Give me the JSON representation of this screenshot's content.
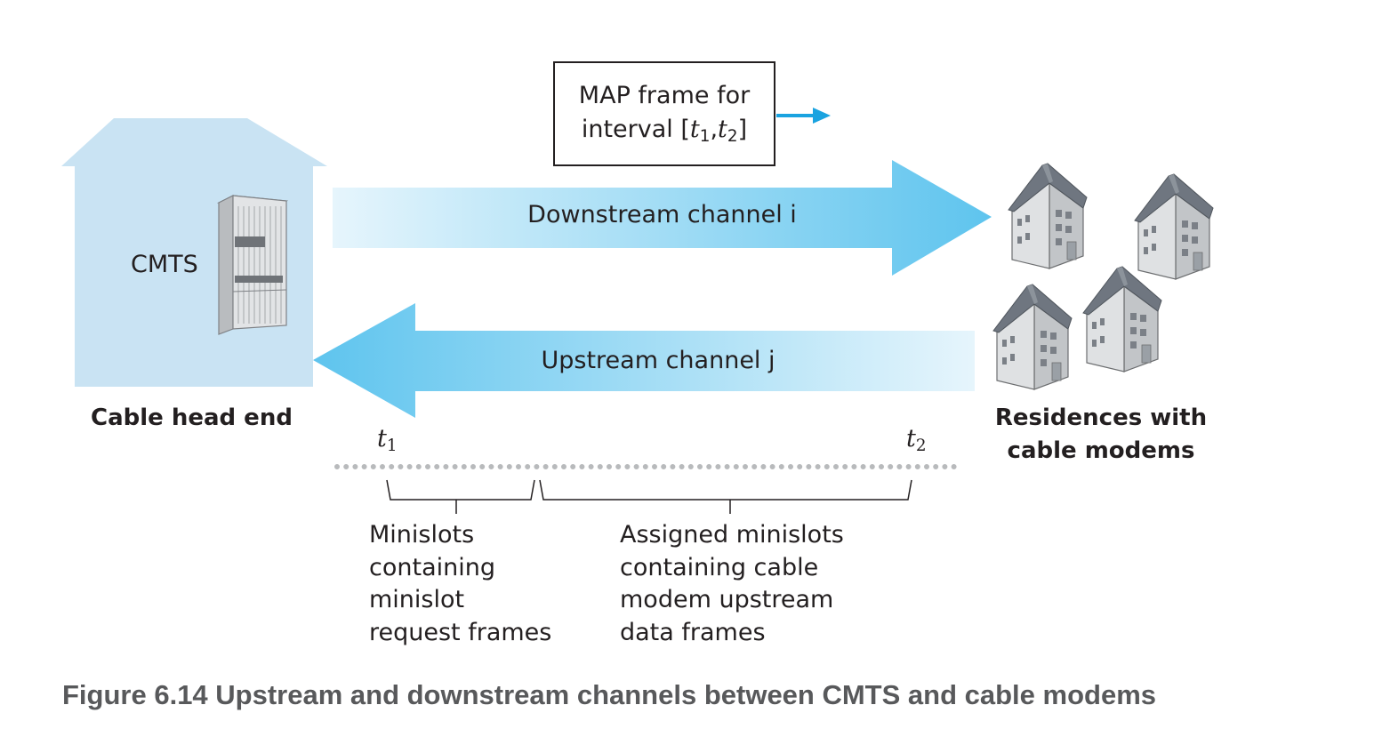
{
  "head_end": {
    "cmts_label": "CMTS",
    "caption": "Cable head end"
  },
  "map_frame": {
    "line1": "MAP frame for",
    "line2_prefix": "interval [",
    "t_symbol": "t",
    "t1_sub": "1",
    "separator": ",",
    "t2_sub": "2",
    "line2_suffix": "]"
  },
  "downstream": {
    "label": "Downstream channel i"
  },
  "upstream": {
    "label": "Upstream channel j"
  },
  "residences": {
    "line1": "Residences with",
    "line2": "cable modems",
    "house_count": 4
  },
  "timeline": {
    "t_symbol": "t",
    "t1_sub": "1",
    "t2_sub": "2",
    "minislot_request": {
      "lines": [
        "Minislots",
        "containing",
        "minislot",
        "request frames"
      ]
    },
    "assigned_minislots": {
      "lines": [
        "Assigned minislots",
        "containing cable",
        "modem upstream",
        "data frames"
      ]
    }
  },
  "figure_caption": "Figure 6.14 Upstream and downstream channels between CMTS and cable modems",
  "colors": {
    "building": "#c9e3f3",
    "arrow_dark": "#5ec4ee",
    "arrow_light": "#e6f5fc",
    "map_arrow": "#1aa3e0",
    "dots": "#b8babc",
    "caption": "#58595b"
  }
}
